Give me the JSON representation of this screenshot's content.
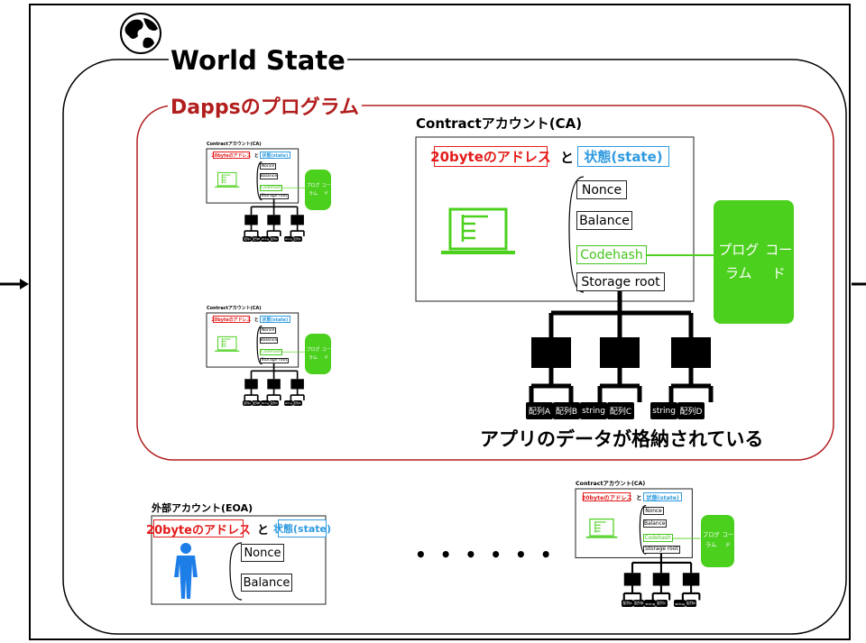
{
  "world_state": {
    "title": "World State"
  },
  "dapps": {
    "title": "Dappsのプログラム"
  },
  "contract": {
    "title": "Contractアカウント(CA)",
    "address": "20byteのアドレス",
    "and": "と",
    "state": "状態(state)",
    "fields": [
      "Nonce",
      "Balance",
      "Codehash",
      "Storage root"
    ],
    "program_code": [
      "プログラム",
      "コード"
    ],
    "leaves": [
      "配列A",
      "配列B",
      "string",
      "配列C",
      "string",
      "配列D"
    ],
    "caption": "アプリのデータが格納されている"
  },
  "eoa": {
    "title": "外部アカウント(EOA)",
    "address": "20byteのアドレス",
    "and": "と",
    "state": "状態(state)",
    "fields": [
      "Nonce",
      "Balance"
    ]
  },
  "ellipsis": "• • • • • •",
  "colors": {
    "red": "#e31b1b",
    "blue": "#2f9be0",
    "green": "#4cd01e",
    "dark_red": "#b21e1e"
  }
}
